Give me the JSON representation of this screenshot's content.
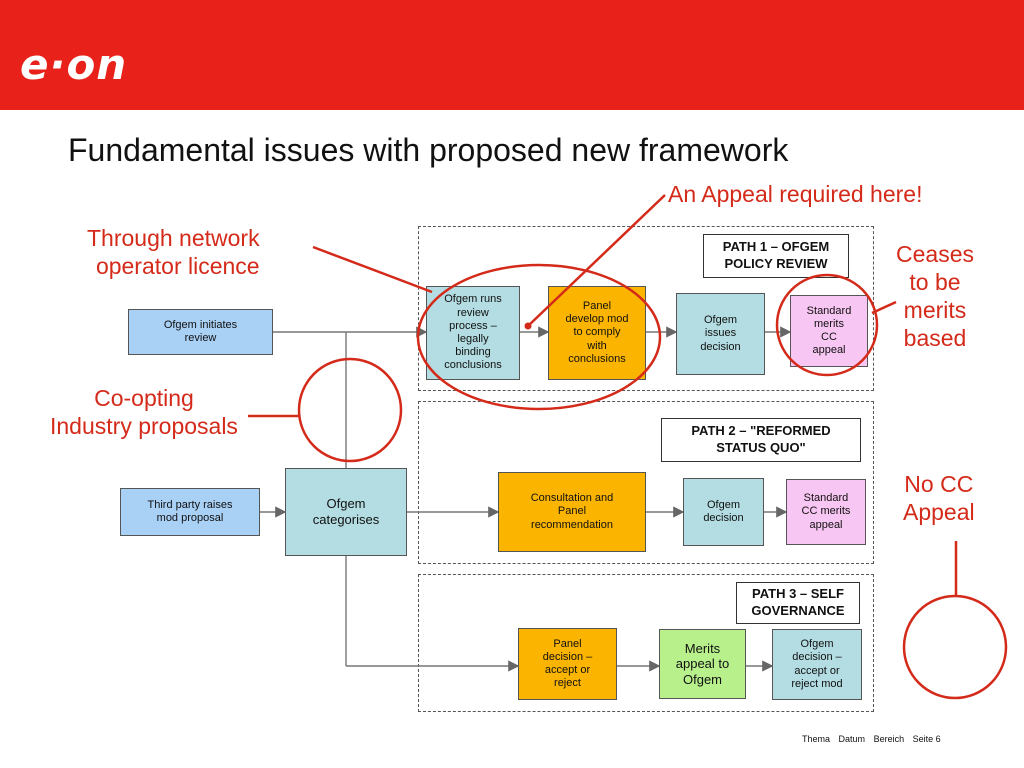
{
  "header": {
    "logo_text": "e·on",
    "brand_color": "#e8221a"
  },
  "title": "Fundamental issues with proposed new framework",
  "annotations": {
    "appeal_required": "An Appeal required here!",
    "through_network": "Through network\noperator licence",
    "co_opting": "Co-opting\nIndustry proposals",
    "ceases_merits": "Ceases\nto be\nmerits\nbased",
    "no_cc_appeal": "No CC\nAppeal"
  },
  "diagram": {
    "start_boxes": {
      "ofgem_initiates": "Ofgem initiates\nreview",
      "third_party": "Third party raises\nmod proposal",
      "ofgem_categorises": "Ofgem\ncategorises"
    },
    "path1": {
      "label": "PATH 1 – OFGEM\nPOLICY REVIEW",
      "steps": [
        "Ofgem runs\nreview\nprocess –\nlegally\nbinding\nconclusions",
        "Panel\ndevelop mod\nto comply\nwith\nconclusions",
        "Ofgem\nissues\ndecision",
        "Standard\nmerits\nCC\nappeal"
      ]
    },
    "path2": {
      "label": "PATH 2 – \"REFORMED\nSTATUS QUO\"",
      "steps": [
        "Consultation and\nPanel\nrecommendation",
        "Ofgem\ndecision",
        "Standard\nCC merits\nappeal"
      ]
    },
    "path3": {
      "label": "PATH 3 – SELF\nGOVERNANCE",
      "steps": [
        "Panel\ndecision –\naccept or\nreject",
        "Merits\nappeal to\nOfgem",
        "Ofgem\ndecision –\naccept or\nreject mod"
      ]
    },
    "colors": {
      "blue": "#a9d0f5",
      "teal": "#b3dde2",
      "orange": "#fbb400",
      "pink": "#f8c6f2",
      "green": "#b8f08c",
      "annotation_red": "#d42a1a"
    }
  },
  "footer": {
    "thema": "Thema",
    "datum": "Datum",
    "bereich": "Bereich",
    "seite": "Seite 6"
  }
}
